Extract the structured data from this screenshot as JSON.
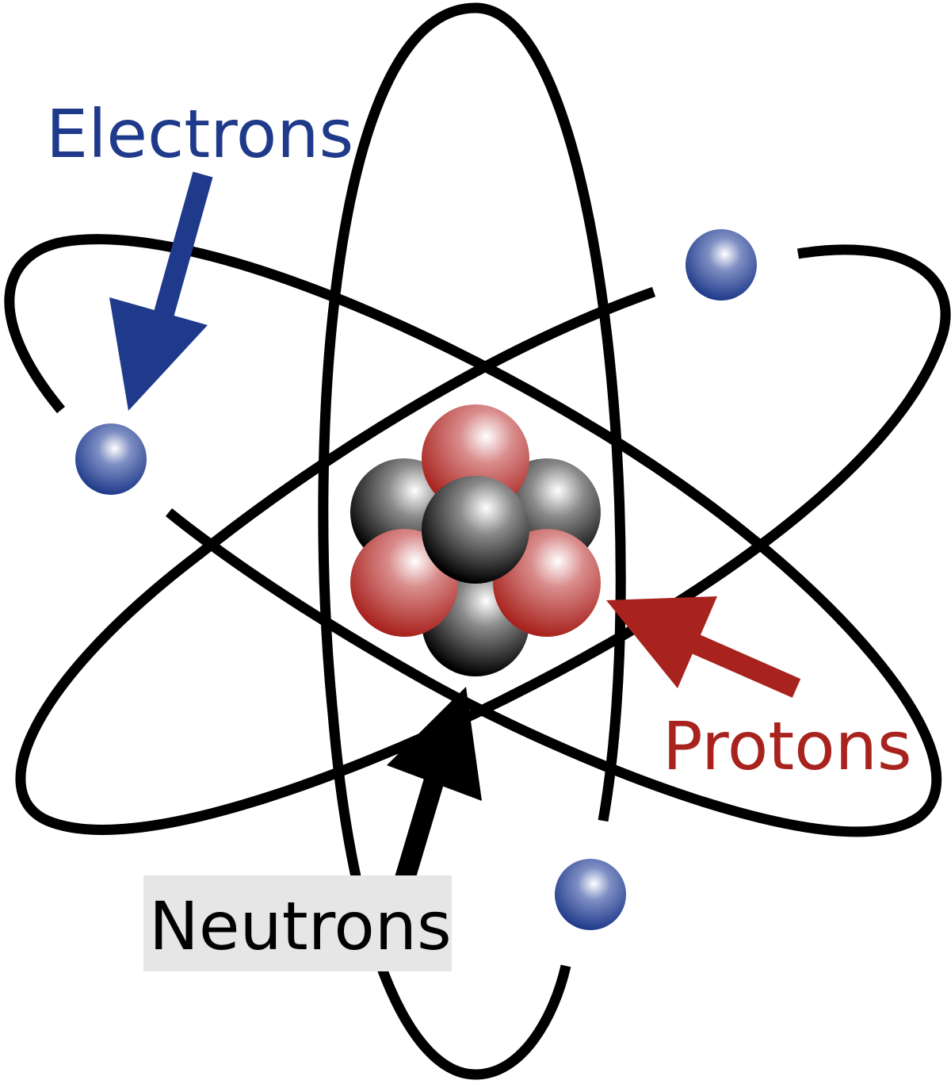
{
  "labels": {
    "electrons": "Electrons",
    "protons": "Protons",
    "neutrons": "Neutrons"
  },
  "colors": {
    "electron": "#1f3a8a",
    "electron_label": "#1f3a8a",
    "proton": "#a8231e",
    "proton_label": "#a8231e",
    "neutron": "#111111",
    "neutron_label": "#000000",
    "neutron_label_background": "#e6e6e6",
    "orbit": "#000000"
  },
  "particle_counts": {
    "electrons": 3,
    "protons": 3,
    "neutrons": 4
  }
}
